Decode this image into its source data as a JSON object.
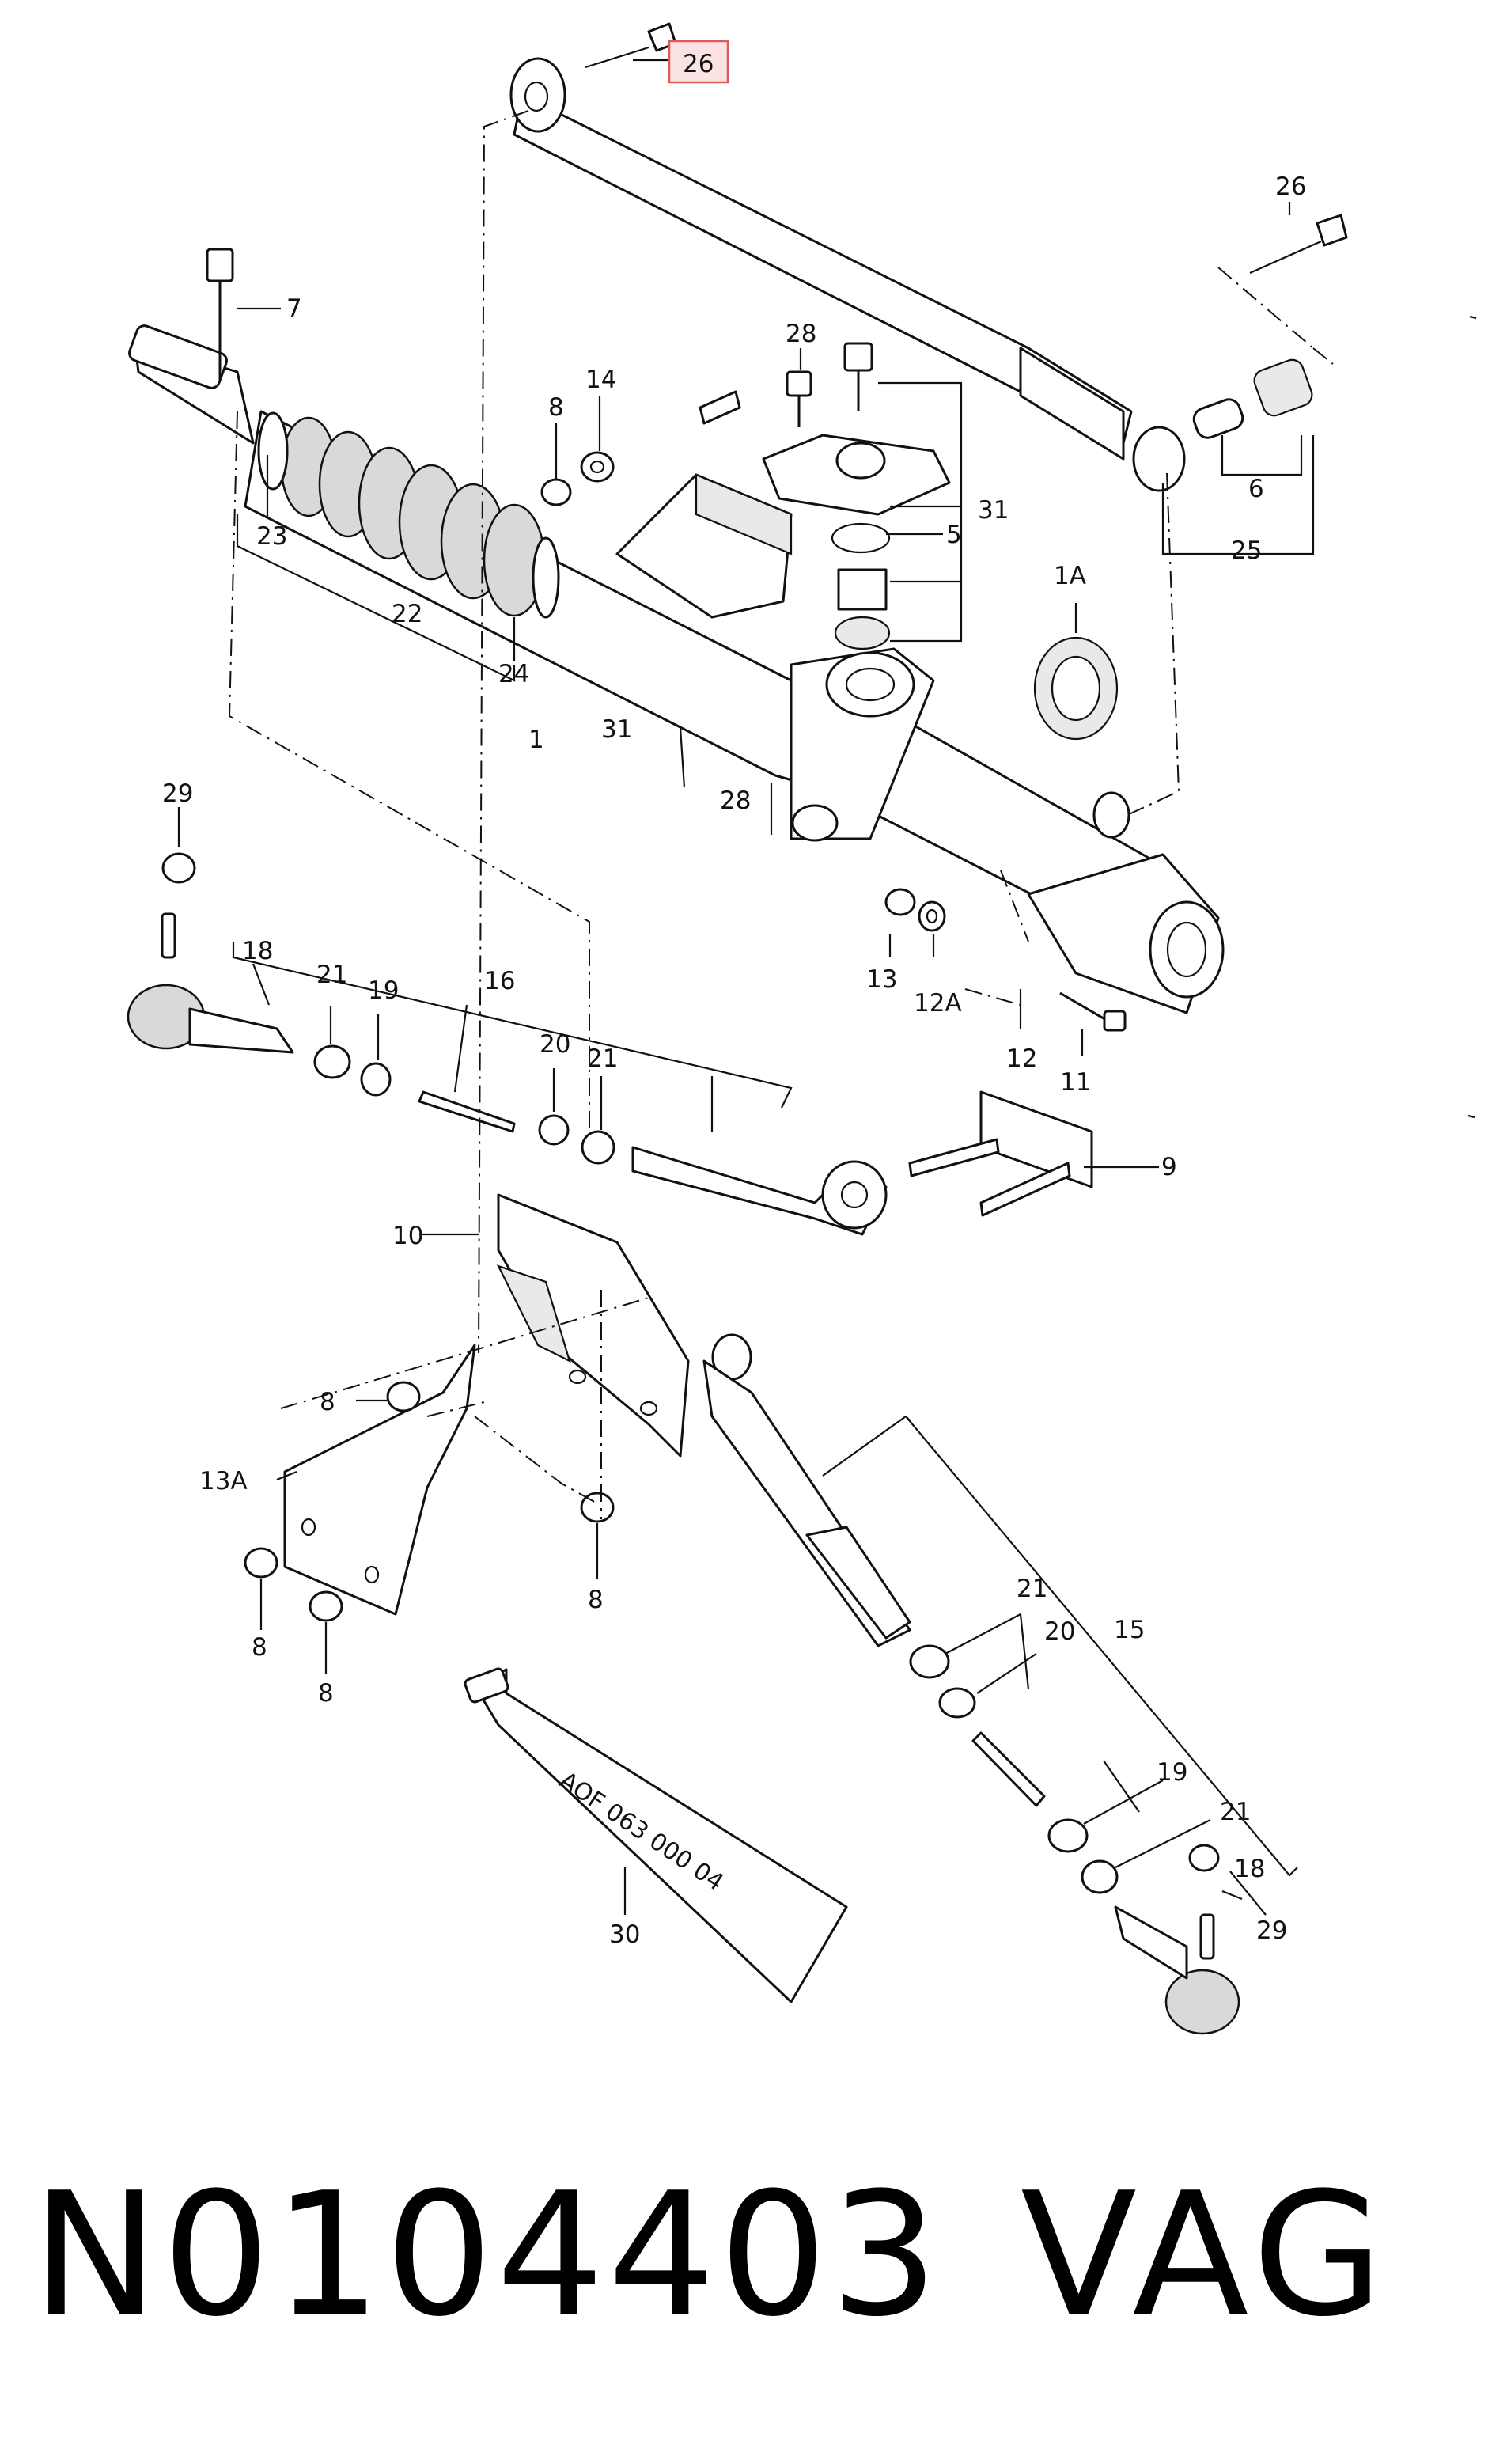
{
  "diagram": {
    "callouts": [
      {
        "id": "c-26-top",
        "text": "26",
        "highlighted": true
      },
      {
        "id": "c-26-right",
        "text": "26"
      },
      {
        "id": "c-7",
        "text": "7"
      },
      {
        "id": "c-28-top",
        "text": "28"
      },
      {
        "id": "c-14",
        "text": "14"
      },
      {
        "id": "c-8-top",
        "text": "8"
      },
      {
        "id": "c-31-right",
        "text": "31"
      },
      {
        "id": "c-5",
        "text": "5"
      },
      {
        "id": "c-6",
        "text": "6"
      },
      {
        "id": "c-25",
        "text": "25"
      },
      {
        "id": "c-1A",
        "text": "1A"
      },
      {
        "id": "c-23",
        "text": "23"
      },
      {
        "id": "c-22",
        "text": "22"
      },
      {
        "id": "c-24",
        "text": "24"
      },
      {
        "id": "c-1",
        "text": "1"
      },
      {
        "id": "c-31-mid",
        "text": "31"
      },
      {
        "id": "c-28-mid",
        "text": "28"
      },
      {
        "id": "c-29-left",
        "text": "29"
      },
      {
        "id": "c-18-left",
        "text": "18"
      },
      {
        "id": "c-21-a",
        "text": "21"
      },
      {
        "id": "c-19-a",
        "text": "19"
      },
      {
        "id": "c-16",
        "text": "16"
      },
      {
        "id": "c-20-a",
        "text": "20"
      },
      {
        "id": "c-21-b",
        "text": "21"
      },
      {
        "id": "c-13",
        "text": "13"
      },
      {
        "id": "c-12A",
        "text": "12A"
      },
      {
        "id": "c-12",
        "text": "12"
      },
      {
        "id": "c-11",
        "text": "11"
      },
      {
        "id": "c-9",
        "text": "9"
      },
      {
        "id": "c-10",
        "text": "10"
      },
      {
        "id": "c-8-a",
        "text": "8"
      },
      {
        "id": "c-13A",
        "text": "13A"
      },
      {
        "id": "c-8-b",
        "text": "8"
      },
      {
        "id": "c-8-c",
        "text": "8"
      },
      {
        "id": "c-8-d",
        "text": "8"
      },
      {
        "id": "c-21-c",
        "text": "21"
      },
      {
        "id": "c-20-b",
        "text": "20"
      },
      {
        "id": "c-15",
        "text": "15"
      },
      {
        "id": "c-19-b",
        "text": "19"
      },
      {
        "id": "c-21-d",
        "text": "21"
      },
      {
        "id": "c-18-right",
        "text": "18"
      },
      {
        "id": "c-29-right",
        "text": "29"
      },
      {
        "id": "c-30",
        "text": "30"
      }
    ],
    "tube_text": "AOF 063 000 04",
    "highlight_color": "#e05a5a",
    "highlight_fill": "#fbe3e3"
  },
  "footer": {
    "part_number": "N0104403",
    "brand": "VAG"
  }
}
